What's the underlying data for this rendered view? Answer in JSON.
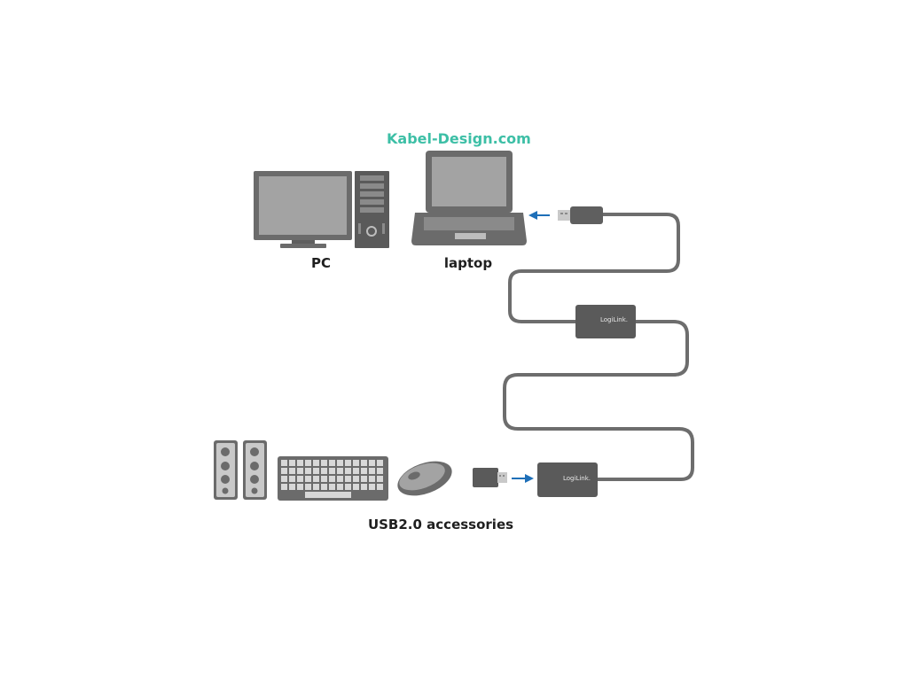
{
  "watermark": {
    "text": "Kabel-Design.com",
    "color": "#3dbfa6"
  },
  "labels": {
    "pc": "PC",
    "laptop": "laptop",
    "accessories": "USB2.0 accessories"
  },
  "adapters": {
    "upper_brand": "LogiLink.",
    "lower_brand": "LogiLink."
  },
  "colors": {
    "device_gray": "#6b6b6b",
    "dark_gray": "#4f4f4f",
    "light_gray": "#c9c9c9",
    "screen_gray": "#a3a3a3",
    "cable": "#6d6d6d",
    "arrow": "#1e6fb8"
  },
  "icons": [
    "monitor-icon",
    "pc-tower-icon",
    "laptop-icon",
    "usb-plug-icon",
    "arrow-icon",
    "active-repeater-icon",
    "speakers-icon",
    "keyboard-icon",
    "mouse-icon",
    "usb-stick-icon"
  ]
}
